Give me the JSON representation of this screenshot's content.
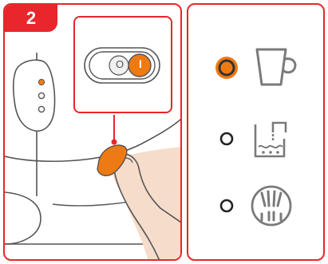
{
  "step": {
    "number": "2"
  },
  "switch": {
    "off_symbol": "O",
    "on_symbol": "I",
    "state": "on"
  },
  "colors": {
    "accent_red": "#e8262c",
    "indicator_orange": "#ee7a14",
    "outline_gray": "#7a7a7a",
    "skin": "#f6dccb"
  },
  "indicators": [
    {
      "name": "cup-icon",
      "active": true
    },
    {
      "name": "descale-icon",
      "active": false
    },
    {
      "name": "steam-icon",
      "active": false
    }
  ]
}
